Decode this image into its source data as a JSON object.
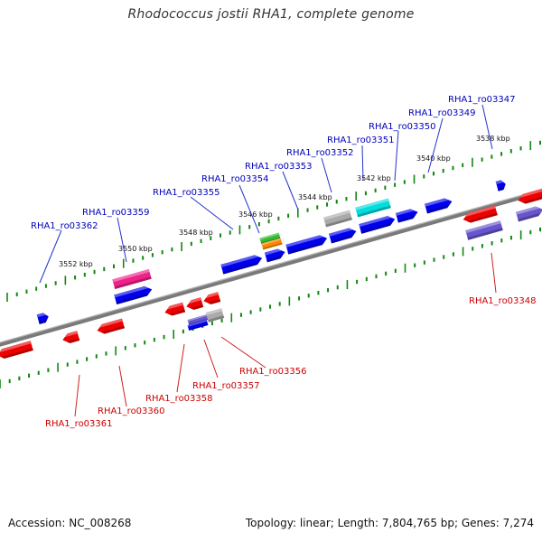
{
  "title": "Rhodococcus jostii RHA1, complete genome",
  "footer": {
    "accession": "Accession: NC_008268",
    "stats": "Topology: linear; Length: 7,804,765 bp; Genes: 7,274"
  },
  "colors": {
    "backbone": "#7a7a7a",
    "tick": "#118811",
    "forward_gene": "#0000ee",
    "reverse_gene": "#ee0000",
    "forward_label": "#0000bb",
    "reverse_label": "#cc0000",
    "highlight_magenta": "#ee2288",
    "highlight_cyan": "#00dddd",
    "pseudo_gray": "#aaaaaa",
    "highlight_violet": "#6655cc",
    "highlight_green": "#33bb33",
    "highlight_orange": "#ff8800"
  },
  "scale_labels": [
    "3538 kbp",
    "3540 kbp",
    "3542 kbp",
    "3544 kbp",
    "3546 kbp",
    "3548 kbp",
    "3550 kbp",
    "3552 kbp"
  ],
  "forward_gene_labels": [
    "RHA1_ro03347",
    "RHA1_ro03349",
    "RHA1_ro03350",
    "RHA1_ro03351",
    "RHA1_ro03352",
    "RHA1_ro03353",
    "RHA1_ro03354",
    "RHA1_ro03355",
    "RHA1_ro03359",
    "RHA1_ro03362"
  ],
  "reverse_gene_labels": [
    "RHA1_ro03348",
    "RHA1_ro03356",
    "RHA1_ro03357",
    "RHA1_ro03358",
    "RHA1_ro03360",
    "RHA1_ro03361"
  ]
}
